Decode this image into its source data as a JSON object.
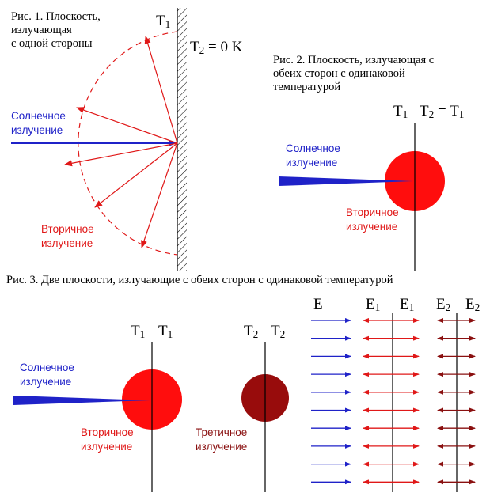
{
  "fig1": {
    "caption": [
      "Рис. 1. Плоскость,",
      "излучающая",
      "с одной стороны"
    ],
    "t1": {
      "base": "T",
      "sub": "1"
    },
    "t2": {
      "base": "T",
      "sub": "2",
      "rest": " = 0 K"
    },
    "solar": [
      "Солнечное",
      "излучение"
    ],
    "secondary": [
      "Вторичное",
      "излучение"
    ]
  },
  "fig2": {
    "caption": [
      "Рис. 2. Плоскость, излучающая с",
      "обеих сторон с одинаковой",
      "температурой"
    ],
    "t1": {
      "base": "T",
      "sub": "1"
    },
    "t2": {
      "base": "T",
      "sub": "2",
      "rest": " = T",
      "sub2": "1"
    },
    "solar": [
      "Солнечное",
      "излучение"
    ],
    "secondary": [
      "Вторичное",
      "излучение"
    ]
  },
  "fig3": {
    "caption": "Рис. 3. Две плоскости, излучающие с обеих сторон с одинаковой температурой",
    "t1_left": {
      "base": "T",
      "sub": "1"
    },
    "t1_right": {
      "base": "T",
      "sub": "1"
    },
    "t2_left": {
      "base": "T",
      "sub": "2"
    },
    "t2_right": {
      "base": "T",
      "sub": "2"
    },
    "solar": [
      "Солнечное",
      "излучение"
    ],
    "secondary": [
      "Вторичное",
      "излучение"
    ],
    "tertiary": [
      "Третичное",
      "излучение"
    ],
    "flux_headers": {
      "e": "E",
      "e1a": {
        "base": "E",
        "sub": "1"
      },
      "e1b": {
        "base": "E",
        "sub": "1"
      },
      "e2a": {
        "base": "E",
        "sub": "2"
      },
      "e2b": {
        "base": "E",
        "sub": "2"
      }
    },
    "flux_rows": 10
  },
  "colors": {
    "solar": "#1f22c8",
    "secondary": "#e01818",
    "tertiary": "#8a1010",
    "circle_red": "#ff0d0d",
    "circle_dark": "#980c0c",
    "line": "#000000"
  }
}
